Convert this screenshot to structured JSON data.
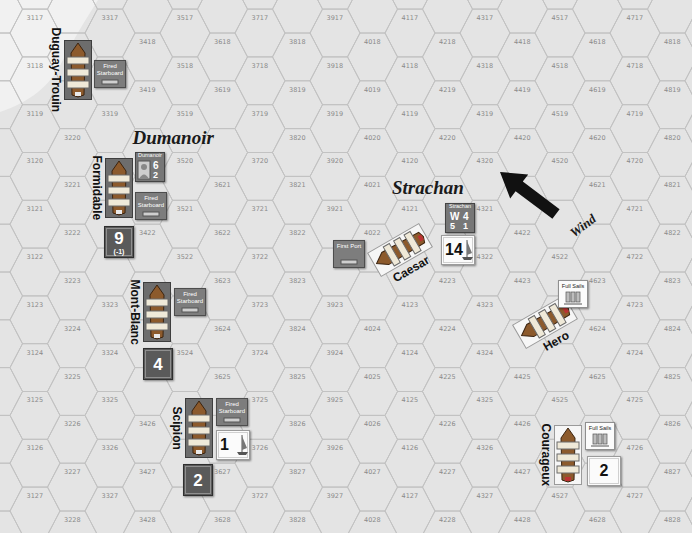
{
  "diagram": {
    "nodes": [
      {
        "text": [
          "Duguay-Trouin"
        ]
      },
      {
        "text": [
          "Fired Starboard"
        ]
      },
      {
        "text": [
          "Formidable"
        ]
      },
      {
        "text": [
          "Dumanoir",
          "6",
          "2"
        ]
      },
      {
        "text": [
          "Fired Starboard"
        ]
      },
      {
        "text": [
          "9",
          "(-1)"
        ]
      },
      {
        "text": [
          "Mont-Blanc"
        ]
      },
      {
        "text": [
          "Fired Starboard"
        ]
      },
      {
        "text": [
          "4"
        ]
      },
      {
        "text": [
          "Scipion"
        ]
      },
      {
        "text": [
          "Fired Starboard"
        ]
      },
      {
        "text": [
          "1"
        ]
      },
      {
        "text": [
          "2"
        ]
      },
      {
        "text": [
          "Strachan",
          "W",
          "4",
          "5",
          "1"
        ]
      },
      {
        "text": [
          "Caesar"
        ]
      },
      {
        "text": [
          "First Port"
        ]
      },
      {
        "text": [
          "14"
        ]
      },
      {
        "text": [
          "Hero"
        ]
      },
      {
        "text": [
          "Full Sails"
        ]
      },
      {
        "text": [
          "Courageux"
        ]
      },
      {
        "text": [
          "Full Sails"
        ]
      },
      {
        "text": [
          "2"
        ]
      }
    ],
    "labels": [
      "Dumanoir",
      "Strachan",
      "Wind",
      "3117",
      "3118",
      "3119",
      "3120",
      "3121",
      "3122",
      "3123",
      "3124",
      "3125",
      "3126",
      "3127",
      "3220",
      "3221",
      "3222",
      "3223",
      "3224",
      "3225",
      "3226",
      "3227",
      "3228",
      "3317",
      "3319",
      "3323",
      "3324",
      "3325",
      "3326",
      "3327",
      "3418",
      "3419",
      "3422",
      "3426",
      "3427",
      "3428",
      "3517",
      "3518",
      "3519",
      "3520",
      "3521",
      "3522",
      "3524",
      "3618",
      "3619",
      "3621",
      "3622",
      "3623",
      "3624",
      "3625",
      "3627",
      "3628",
      "3717",
      "3718",
      "3719",
      "3720",
      "3721",
      "3722",
      "3723",
      "3724",
      "3725",
      "3726",
      "3727",
      "3818",
      "3819",
      "3820",
      "3821",
      "3822",
      "3823",
      "3824",
      "3825",
      "3826",
      "3827",
      "3828",
      "3917",
      "3918",
      "3919",
      "3920",
      "3921",
      "3923",
      "3924",
      "3925",
      "3926",
      "3927",
      "4018",
      "4019",
      "4020",
      "4021",
      "4022",
      "4024",
      "4025",
      "4026",
      "4027",
      "4028",
      "4117",
      "4118",
      "4119",
      "4120",
      "4121",
      "4123",
      "4124",
      "4125",
      "4126",
      "4127",
      "4218",
      "4219",
      "4220",
      "4223",
      "4224",
      "4225",
      "4226",
      "4227",
      "4228",
      "4317",
      "4318",
      "4319",
      "4320",
      "4321",
      "4322",
      "4323",
      "4324",
      "4325",
      "4326",
      "4327",
      "4418",
      "4419",
      "4420",
      "4422",
      "4423",
      "4425",
      "4426",
      "4427",
      "4428",
      "4517",
      "4518",
      "4519",
      "4520",
      "4522",
      "4525",
      "4527",
      "4618",
      "4619",
      "4620",
      "4621",
      "4623",
      "4624",
      "4625",
      "4628",
      "4717",
      "4718",
      "4719",
      "4720",
      "4721",
      "4722",
      "4723",
      "4724",
      "4725",
      "4726",
      "4727",
      "4818",
      "4819",
      "4820",
      "4821",
      "4822",
      "4823",
      "4824",
      "4825",
      "4826",
      "4827",
      "4828"
    ]
  }
}
